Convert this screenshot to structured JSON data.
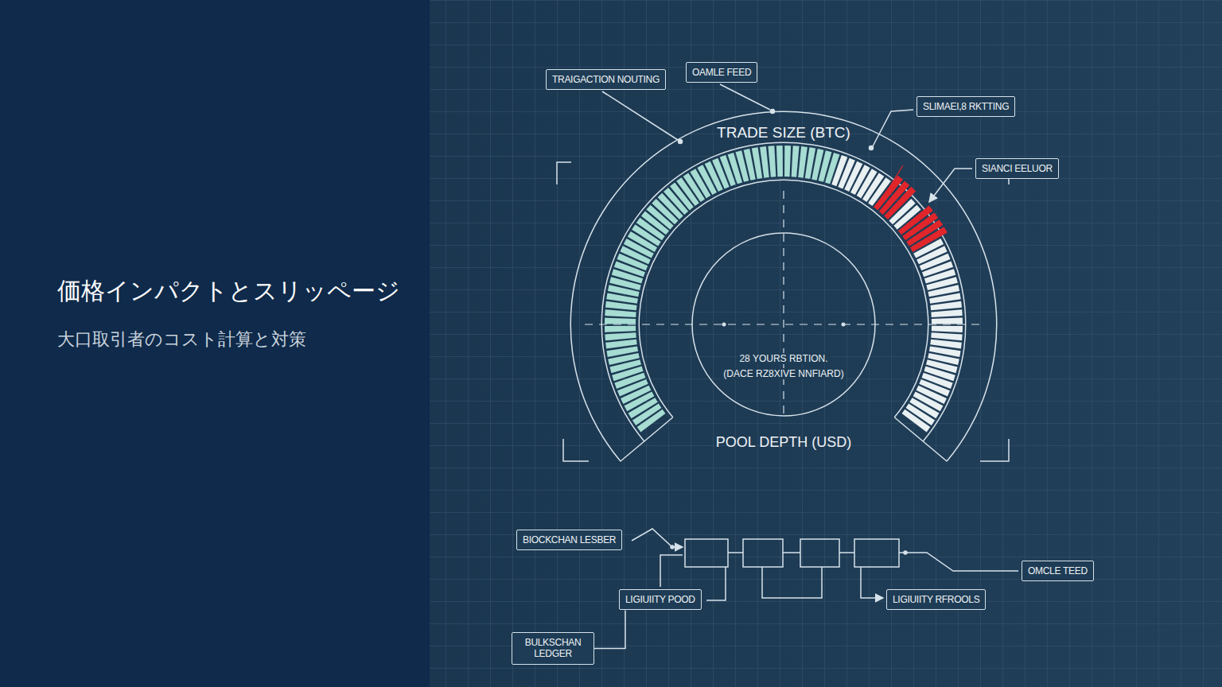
{
  "diagram": {
    "title": "価格インパクトとスリッページ",
    "nodes": [
      {
        "text": [
          "TRAIGACTION NOUTING"
        ]
      },
      {
        "text": [
          "OAMLE FEED"
        ]
      },
      {
        "text": [
          "SLIMAEI,8 RKTTING"
        ]
      },
      {
        "text": [
          "SIANCI EELUOR"
        ]
      },
      {
        "text": [
          "BIOCKCHAN LESBER"
        ]
      },
      {
        "text": [
          "OMCLE TEED"
        ]
      },
      {
        "text": [
          "LIGIUIITY POOD"
        ]
      },
      {
        "text": [
          "LIGIUIITY RFROOLS"
        ]
      },
      {
        "text": [
          "BULKSCHAN LEDGER"
        ]
      }
    ],
    "edges": [
      {
        "from": 8,
        "to": 6,
        "arrow": "none"
      }
    ],
    "labels": [
      "大口取引者のコスト計算と対策",
      "TRADE SIZE (BTC)",
      "28 YOURS RBTION.",
      "(DACE RZ8XIVE NNFIARD)",
      "POOL DEPTH (USD)"
    ]
  }
}
